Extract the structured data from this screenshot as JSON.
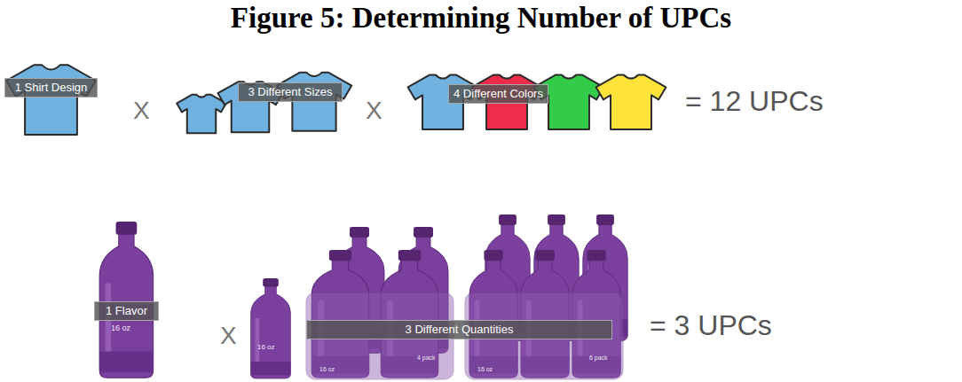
{
  "diagram": {
    "title": "Figure 5: Determining Number of UPCs",
    "nodes": [
      {
        "text": [
          "1 Shirt Design"
        ]
      },
      {
        "text": [
          "3 Different Sizes"
        ]
      },
      {
        "text": [
          "4 Different Colors"
        ]
      },
      {
        "text": [
          "1 Flavor"
        ]
      },
      {
        "text": [
          "3 Different Quantities"
        ]
      }
    ],
    "labels": [
      "X",
      "X",
      "= 12 UPCs",
      "16 oz",
      "X",
      "16 oz",
      "16 oz",
      "4 pack",
      "16 oz",
      "6 pack",
      "= 3 UPCs"
    ]
  }
}
